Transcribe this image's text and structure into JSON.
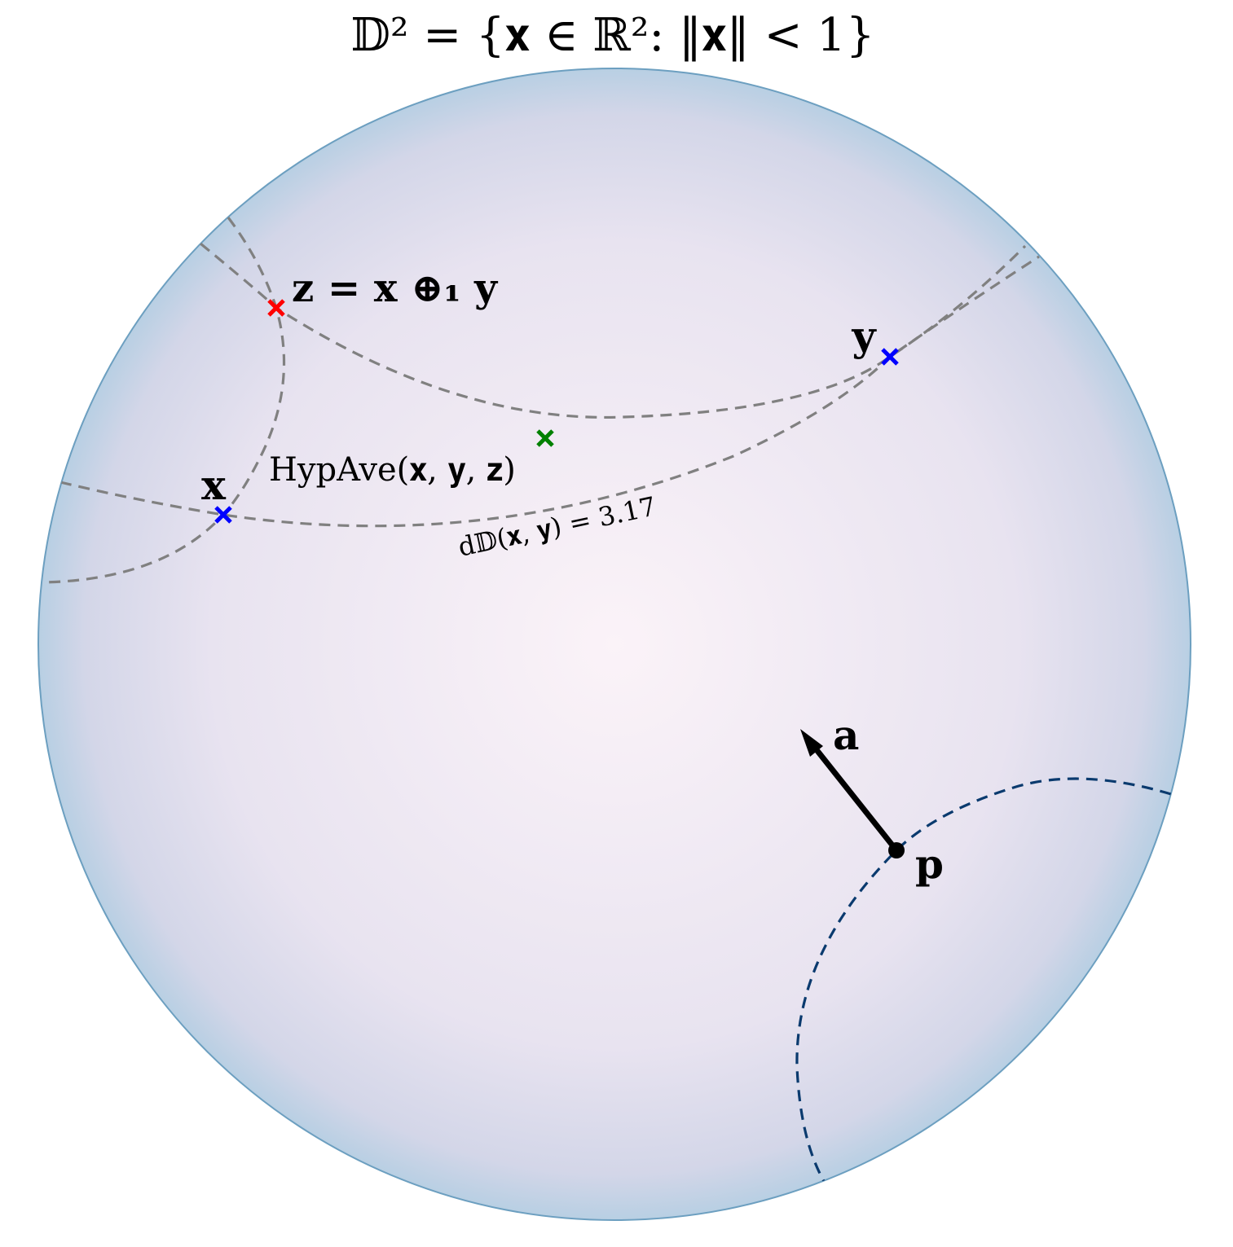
{
  "title": "𝔻² = {𝐱 ∈ ℝ²: ‖𝐱‖ < 1}",
  "labels": {
    "x": "𝐱",
    "y": "𝐲",
    "z": "𝐳 = 𝐱 ⊕₁ 𝐲",
    "average": "HypAve(𝐱, 𝐲, 𝐳)",
    "distance": "d𝔻(𝐱, 𝐲) = 3.17",
    "a": "𝐚",
    "p": "𝐩"
  },
  "colors": {
    "disk_center": "#fbf3f8",
    "disk_mid": "#e6e1ef",
    "disk_edge": "#b8cfe3",
    "disk_border": "#6c9fc0",
    "geodesic": "#808080",
    "hyperplane": "#0a3a6e",
    "point_x": "#0000ff",
    "point_y": "#0000ff",
    "point_z": "#ff0000",
    "point_average": "#008000",
    "vector": "#000000"
  }
}
